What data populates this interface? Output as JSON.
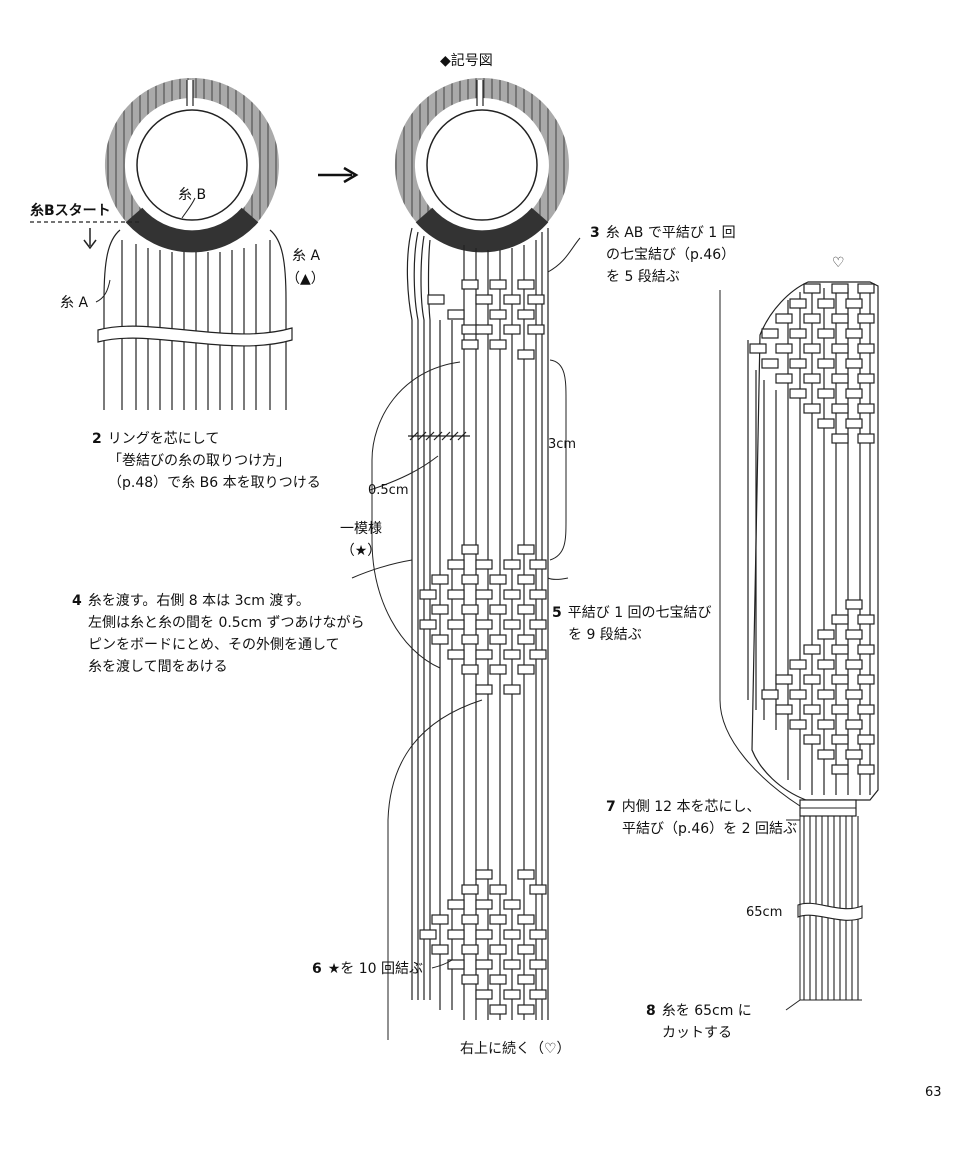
{
  "header": {
    "title": "◆記号図"
  },
  "arrow_symbol": "→",
  "step2": {
    "num": "2",
    "lines": [
      "リングを芯にして",
      "「巻結びの糸の取りつけ方」",
      "（p.48）で糸 B6 本を取りつける"
    ]
  },
  "left_labels": {
    "ito_b": "糸 B",
    "ito_b_start": "糸Bスタート",
    "ito_a_right": "糸 A",
    "ito_a_right_mark": "（▲）",
    "ito_a_left": "糸 A"
  },
  "step3": {
    "num": "3",
    "lines": [
      "糸 AB で平結び 1 回",
      "の七宝結び（p.46）",
      "を 5 段結ぶ"
    ]
  },
  "measure_3cm": "3cm",
  "measure_05cm": "0.5cm",
  "pattern_label": {
    "line1": "一模様",
    "line2": "（★）"
  },
  "step4": {
    "num": "4",
    "lines": [
      "糸を渡す。右側 8 本は 3cm 渡す。",
      "左側は糸と糸の間を 0.5cm ずつあけながら",
      "ピンをボードにとめ、その外側を通して",
      "糸を渡して間をあける"
    ]
  },
  "step5": {
    "num": "5",
    "lines": [
      "平結び 1 回の七宝結び",
      "を 9 段結ぶ"
    ]
  },
  "step6": {
    "num": "6",
    "text": "★を 10 回結ぶ"
  },
  "continue_label": "右上に続く（♡）",
  "heart_mark": "♡",
  "step7": {
    "num": "7",
    "lines": [
      "内側 12 本を芯にし、",
      "平結び（p.46）を 2 回結ぶ"
    ]
  },
  "measure_65cm": "65cm",
  "step8": {
    "num": "8",
    "lines": [
      "糸を 65cm に",
      "カットする"
    ]
  },
  "page_number": "63"
}
